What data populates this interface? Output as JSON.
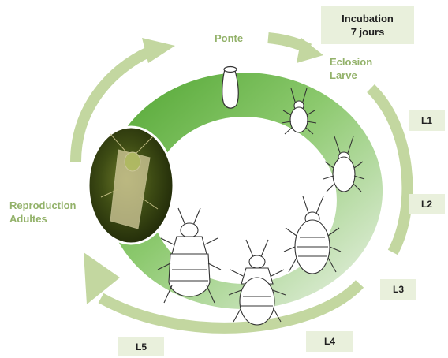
{
  "labels": {
    "ponte": "Ponte",
    "eclosion_line1": "Eclosion",
    "eclosion_line2": "Larve",
    "reproduction_line1": "Reproduction",
    "reproduction_line2": "Adultes"
  },
  "incubation": {
    "line1": "Incubation",
    "line2": "7 jours"
  },
  "stages": [
    "L1",
    "L2",
    "L3",
    "L4",
    "L5"
  ],
  "colors": {
    "arrow_green": "#c3d7a0",
    "ring_dark": "#5aad3a",
    "ring_light": "#e6efe0",
    "label_green": "#93b26a",
    "box_fill": "#e9f0dc"
  },
  "icons": {
    "egg": "egg-icon",
    "larva": "bug-larva-icon",
    "adult_photo": "adult-insect-photo"
  }
}
